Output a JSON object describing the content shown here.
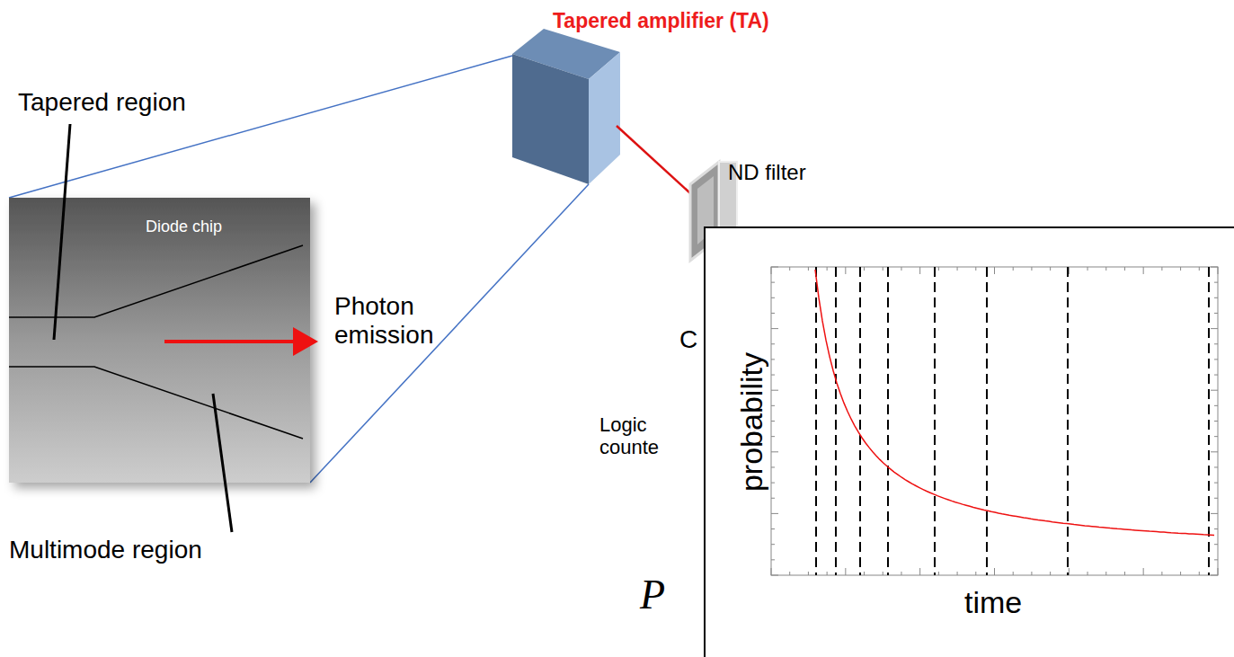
{
  "diagram": {
    "title": "Tapered amplifier (TA)",
    "nodes": [
      {
        "text": [
          "Diode chip"
        ]
      },
      {
        "text": [
          "probability",
          "time"
        ]
      }
    ],
    "labels": [
      "Tapered region",
      "Photon emission",
      "Multimode region",
      "ND filter",
      "C",
      "Logic counte",
      "P"
    ]
  }
}
